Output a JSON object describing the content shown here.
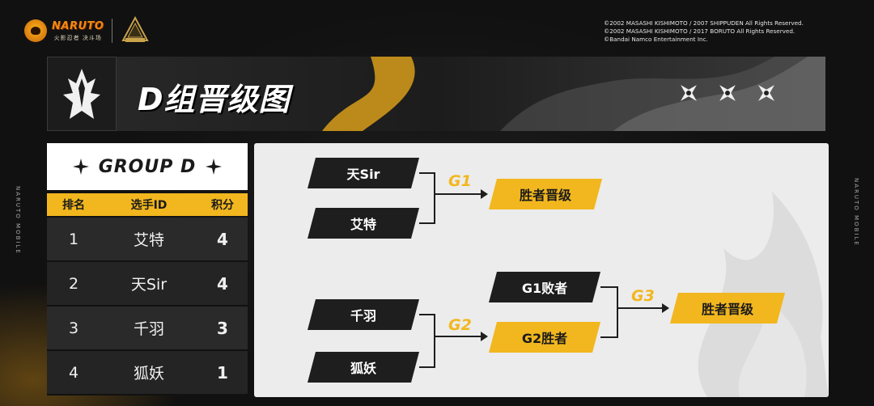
{
  "header": {
    "logo_naruto": "NARUTO",
    "logo_sub": "火影忍者 决斗场",
    "copyright_lines": [
      "©2002 MASASHI KISHIMOTO / 2007 SHIPPUDEN All Rights Reserved.",
      "©2002 MASASHI KISHIMOTO / 2017 BORUTO All Rights Reserved.",
      "©Bandai Namco Entertainment Inc."
    ]
  },
  "banner": {
    "title": "D组晋级图",
    "icons": [
      "shuriken-icon",
      "shuriken-icon",
      "shuriken-icon"
    ]
  },
  "side_text": "NARUTO MOBILE",
  "standings": {
    "group_title": "GROUP D",
    "columns": [
      "排名",
      "选手ID",
      "积分"
    ],
    "rows": [
      {
        "rank": "1",
        "player": "艾特",
        "points": "4"
      },
      {
        "rank": "2",
        "player": "天Sir",
        "points": "4"
      },
      {
        "rank": "3",
        "player": "千羽",
        "points": "3"
      },
      {
        "rank": "4",
        "player": "狐妖",
        "points": "1"
      }
    ]
  },
  "bracket": {
    "g1": {
      "label": "G1",
      "top": "天Sir",
      "bottom": "艾特",
      "result": "胜者晋级"
    },
    "g2": {
      "label": "G2",
      "top": "千羽",
      "bottom": "狐妖"
    },
    "g3": {
      "label": "G3",
      "top": "G1败者",
      "bottom": "G2胜者",
      "result": "胜者晋级"
    }
  },
  "colors": {
    "accent": "#f2b71e",
    "dark": "#1e1e1e",
    "panel": "#ececec"
  }
}
